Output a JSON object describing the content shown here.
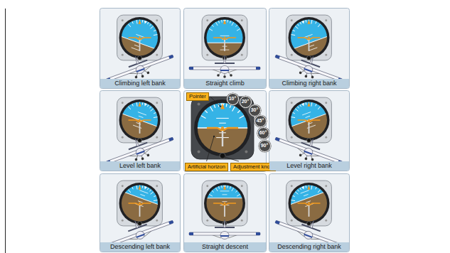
{
  "diagram": {
    "nodes": [
      {
        "text": [
          "Climbing left bank"
        ]
      },
      {
        "text": [
          "Straight climb"
        ]
      },
      {
        "text": [
          "Climbing right bank"
        ]
      },
      {
        "text": [
          "Level left bank"
        ]
      },
      {
        "text": [
          "Pointer"
        ]
      },
      {
        "text": [
          "10°"
        ]
      },
      {
        "text": [
          "20°"
        ]
      },
      {
        "text": [
          "30°"
        ]
      },
      {
        "text": [
          "45°"
        ]
      },
      {
        "text": [
          "60°"
        ]
      },
      {
        "text": [
          "90°"
        ]
      },
      {
        "text": [
          "Artificial horizon"
        ]
      },
      {
        "text": [
          "Adjustment knob"
        ]
      },
      {
        "text": [
          "Level right bank"
        ]
      },
      {
        "text": [
          "Descending left bank"
        ]
      },
      {
        "text": [
          "Straight descent"
        ]
      },
      {
        "text": [
          "Descending right bank"
        ]
      }
    ]
  }
}
